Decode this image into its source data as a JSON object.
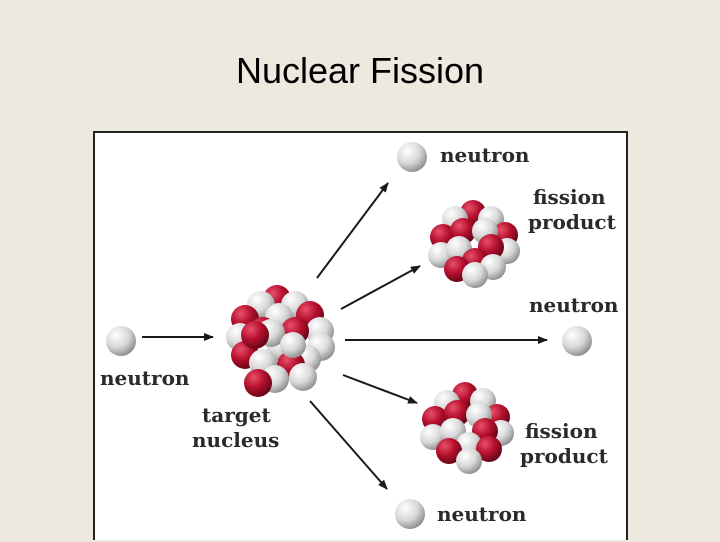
{
  "slide": {
    "title": "Nuclear Fission"
  },
  "figure": {
    "labels": {
      "neutron_in": "neutron",
      "target_line1": "target",
      "target_line2": "nucleus",
      "neutron_top": "neutron",
      "product_top_line1": "fission",
      "product_top_line2": "product",
      "neutron_mid": "neutron",
      "product_bottom_line1": "fission",
      "product_bottom_line2": "product",
      "neutron_bottom": "neutron"
    },
    "colors": {
      "proton": "#b5102e",
      "neutron": "#e4e4e4",
      "arrow": "#1a1a1a"
    }
  }
}
